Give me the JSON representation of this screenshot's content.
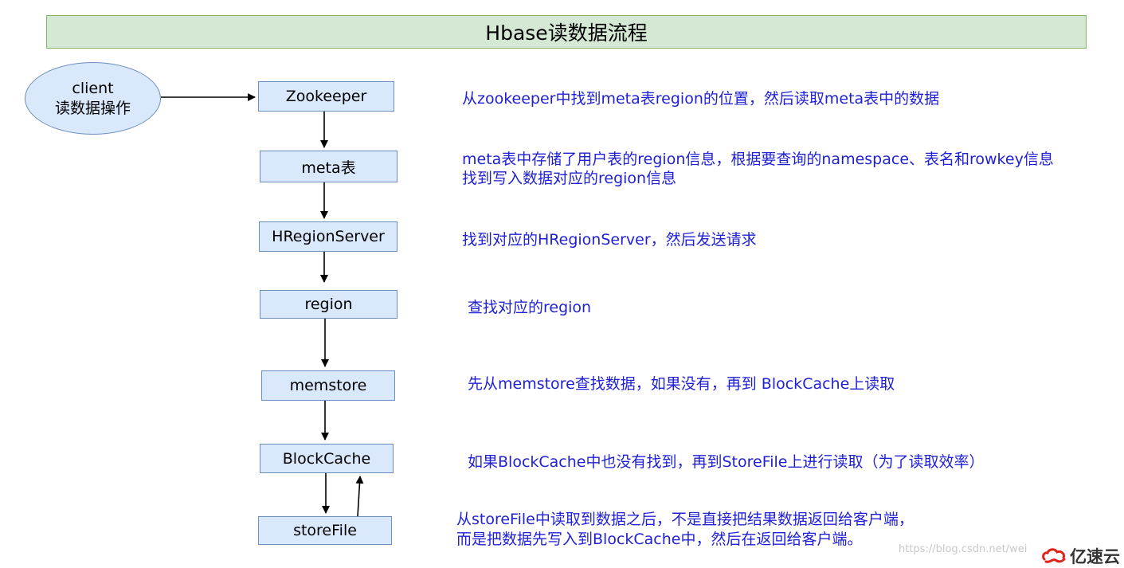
{
  "title": "Hbase读数据流程",
  "client": {
    "line1": "client",
    "line2": "读数据操作"
  },
  "nodes": [
    {
      "id": "zookeeper",
      "label": "Zookeeper"
    },
    {
      "id": "meta",
      "label": "meta表"
    },
    {
      "id": "hregionserver",
      "label": "HRegionServer"
    },
    {
      "id": "region",
      "label": "region"
    },
    {
      "id": "memstore",
      "label": "memstore"
    },
    {
      "id": "blockcache",
      "label": "BlockCache"
    },
    {
      "id": "storefile",
      "label": "storeFile"
    }
  ],
  "descriptions": {
    "zookeeper": "从zookeeper中找到meta表region的位置，然后读取meta表中的数据",
    "meta_line1": "meta表中存储了用户表的region信息，根据要查询的namespace、表名和rowkey信息",
    "meta_line2": "找到写入数据对应的region信息",
    "hregionserver": "找到对应的HRegionServer，然后发送请求",
    "region": "查找对应的region",
    "memstore": "先从memstore查找数据，如果没有，再到 BlockCache上读取",
    "blockcache": "如果BlockCache中也没有找到，再到StoreFile上进行读取（为了读取效率）",
    "storefile_line1": "从storeFile中读取到数据之后，不是直接把结果数据返回给客户端，",
    "storefile_line2": "而是把数据先写入到BlockCache中，然后在返回给客户端。"
  },
  "watermark": "https://blog.csdn.net/wei",
  "logo_text": "亿速云",
  "colors": {
    "title_fill": "#d5e8d4",
    "title_border": "#82b366",
    "node_fill": "#dae8fc",
    "node_border": "#6c8ebf",
    "description_text": "#1f1fd6",
    "logo_red": "#e2231a"
  }
}
